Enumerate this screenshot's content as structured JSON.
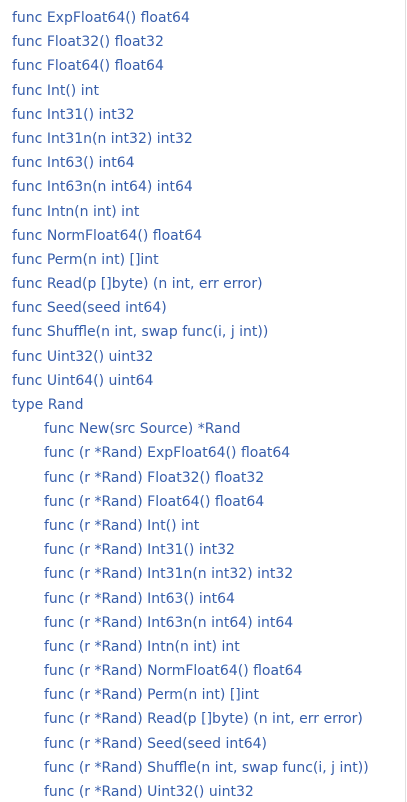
{
  "functions": [
    "func ExpFloat64() float64",
    "func Float32() float32",
    "func Float64() float64",
    "func Int() int",
    "func Int31() int32",
    "func Int31n(n int32) int32",
    "func Int63() int64",
    "func Int63n(n int64) int64",
    "func Intn(n int) int",
    "func NormFloat64() float64",
    "func Perm(n int) []int",
    "func Read(p []byte) (n int, err error)",
    "func Seed(seed int64)",
    "func Shuffle(n int, swap func(i, j int))",
    "func Uint32() uint32",
    "func Uint64() uint64"
  ],
  "type_rand": {
    "label": "type Rand",
    "methods": [
      "func New(src Source) *Rand",
      "func (r *Rand) ExpFloat64() float64",
      "func (r *Rand) Float32() float32",
      "func (r *Rand) Float64() float64",
      "func (r *Rand) Int() int",
      "func (r *Rand) Int31() int32",
      "func (r *Rand) Int31n(n int32) int32",
      "func (r *Rand) Int63() int64",
      "func (r *Rand) Int63n(n int64) int64",
      "func (r *Rand) Intn(n int) int",
      "func (r *Rand) NormFloat64() float64",
      "func (r *Rand) Perm(n int) []int",
      "func (r *Rand) Read(p []byte) (n int, err error)",
      "func (r *Rand) Seed(seed int64)",
      "func (r *Rand) Shuffle(n int, swap func(i, j int))",
      "func (r *Rand) Uint32() uint32"
    ]
  },
  "colors": {
    "link": "#375eab",
    "background": "#ffffff"
  }
}
